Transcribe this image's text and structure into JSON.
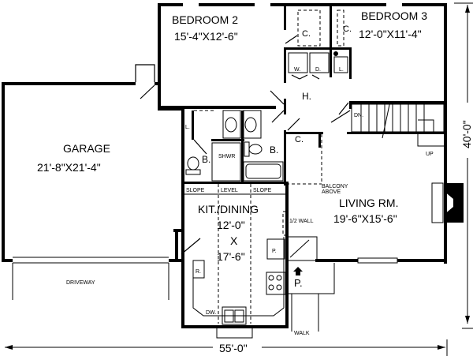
{
  "rooms": {
    "bedroom2": {
      "name": "BEDROOM  2",
      "size": "15'-4\"X12'-6\""
    },
    "bedroom3": {
      "name": "BEDROOM 3",
      "size": "12'-0\"X11'-4\""
    },
    "garage": {
      "name": "GARAGE",
      "size": "21'-8\"X21'-4\""
    },
    "kitchen": {
      "name": "KIT./DINING",
      "size_w": "12'-0\"",
      "size_x": "X",
      "size_l": "17'-6\""
    },
    "living": {
      "name": "LIVING RM.",
      "size": "19'-6\"X15'-6\""
    }
  },
  "labels": {
    "closet": "C.",
    "hall": "H.",
    "washer": "W.",
    "dryer": "D.",
    "linen": "L.",
    "bath": "B.",
    "shower": "SHWR",
    "down": "DN.",
    "up": "UP",
    "balcony": "BALCONY",
    "above": "ABOVE",
    "slope": "SLOPE",
    "level": "LEVEL",
    "half_wall": "1/2 WALL",
    "pantry": "P.",
    "refrigerator": "R.",
    "dishwasher": "DW.",
    "porch": "P.",
    "walk": "WALK",
    "driveway": "DRIVEWAY"
  },
  "dimensions": {
    "width": "55'-0\"",
    "depth": "40'-0\""
  }
}
